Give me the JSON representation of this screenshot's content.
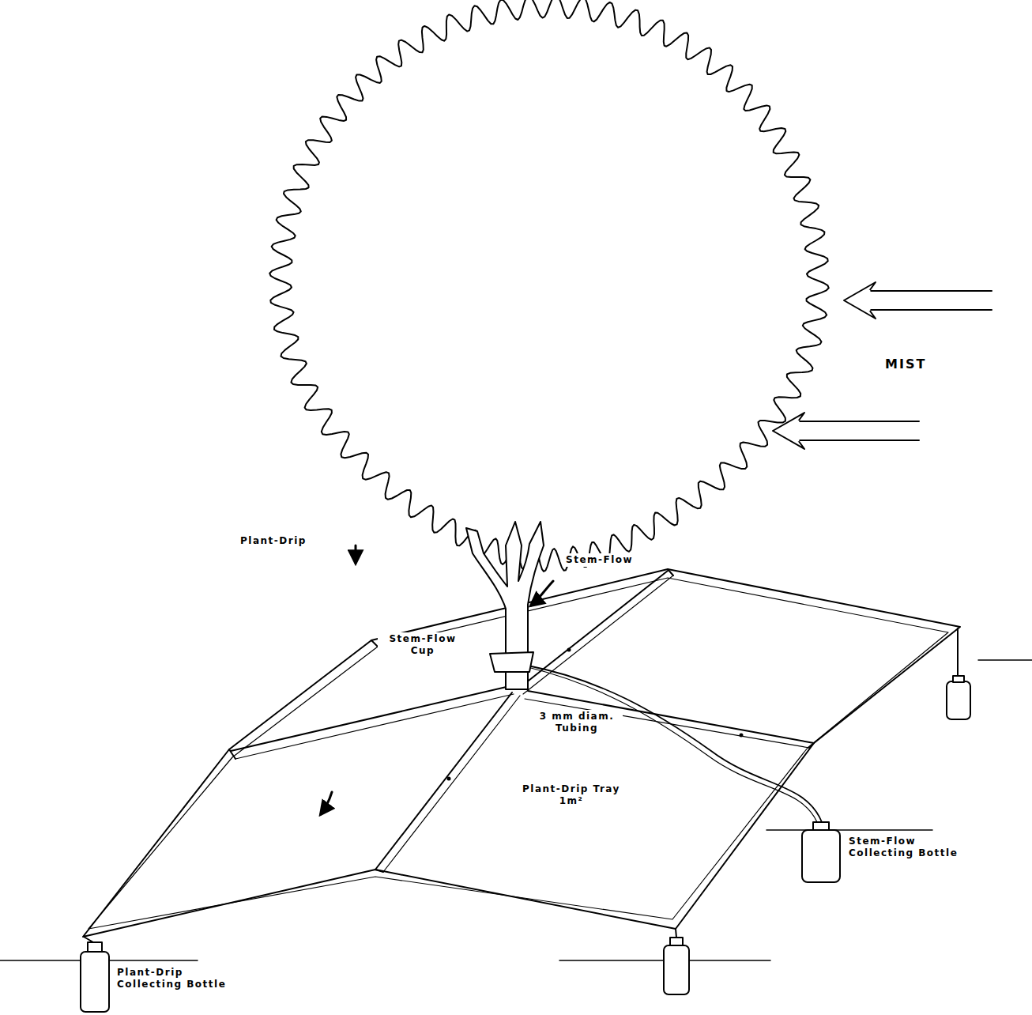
{
  "diagram": {
    "labels": [
      "MIST",
      "Plant-Drip",
      "Stem-Flow",
      "Stem-Flow Cup",
      "3 mm diam. Tubing",
      "Stem-Flow Collecting Bottle",
      "Plant-Drip Tray 1m²",
      "Plant-Drip Collecting Bottle"
    ]
  }
}
